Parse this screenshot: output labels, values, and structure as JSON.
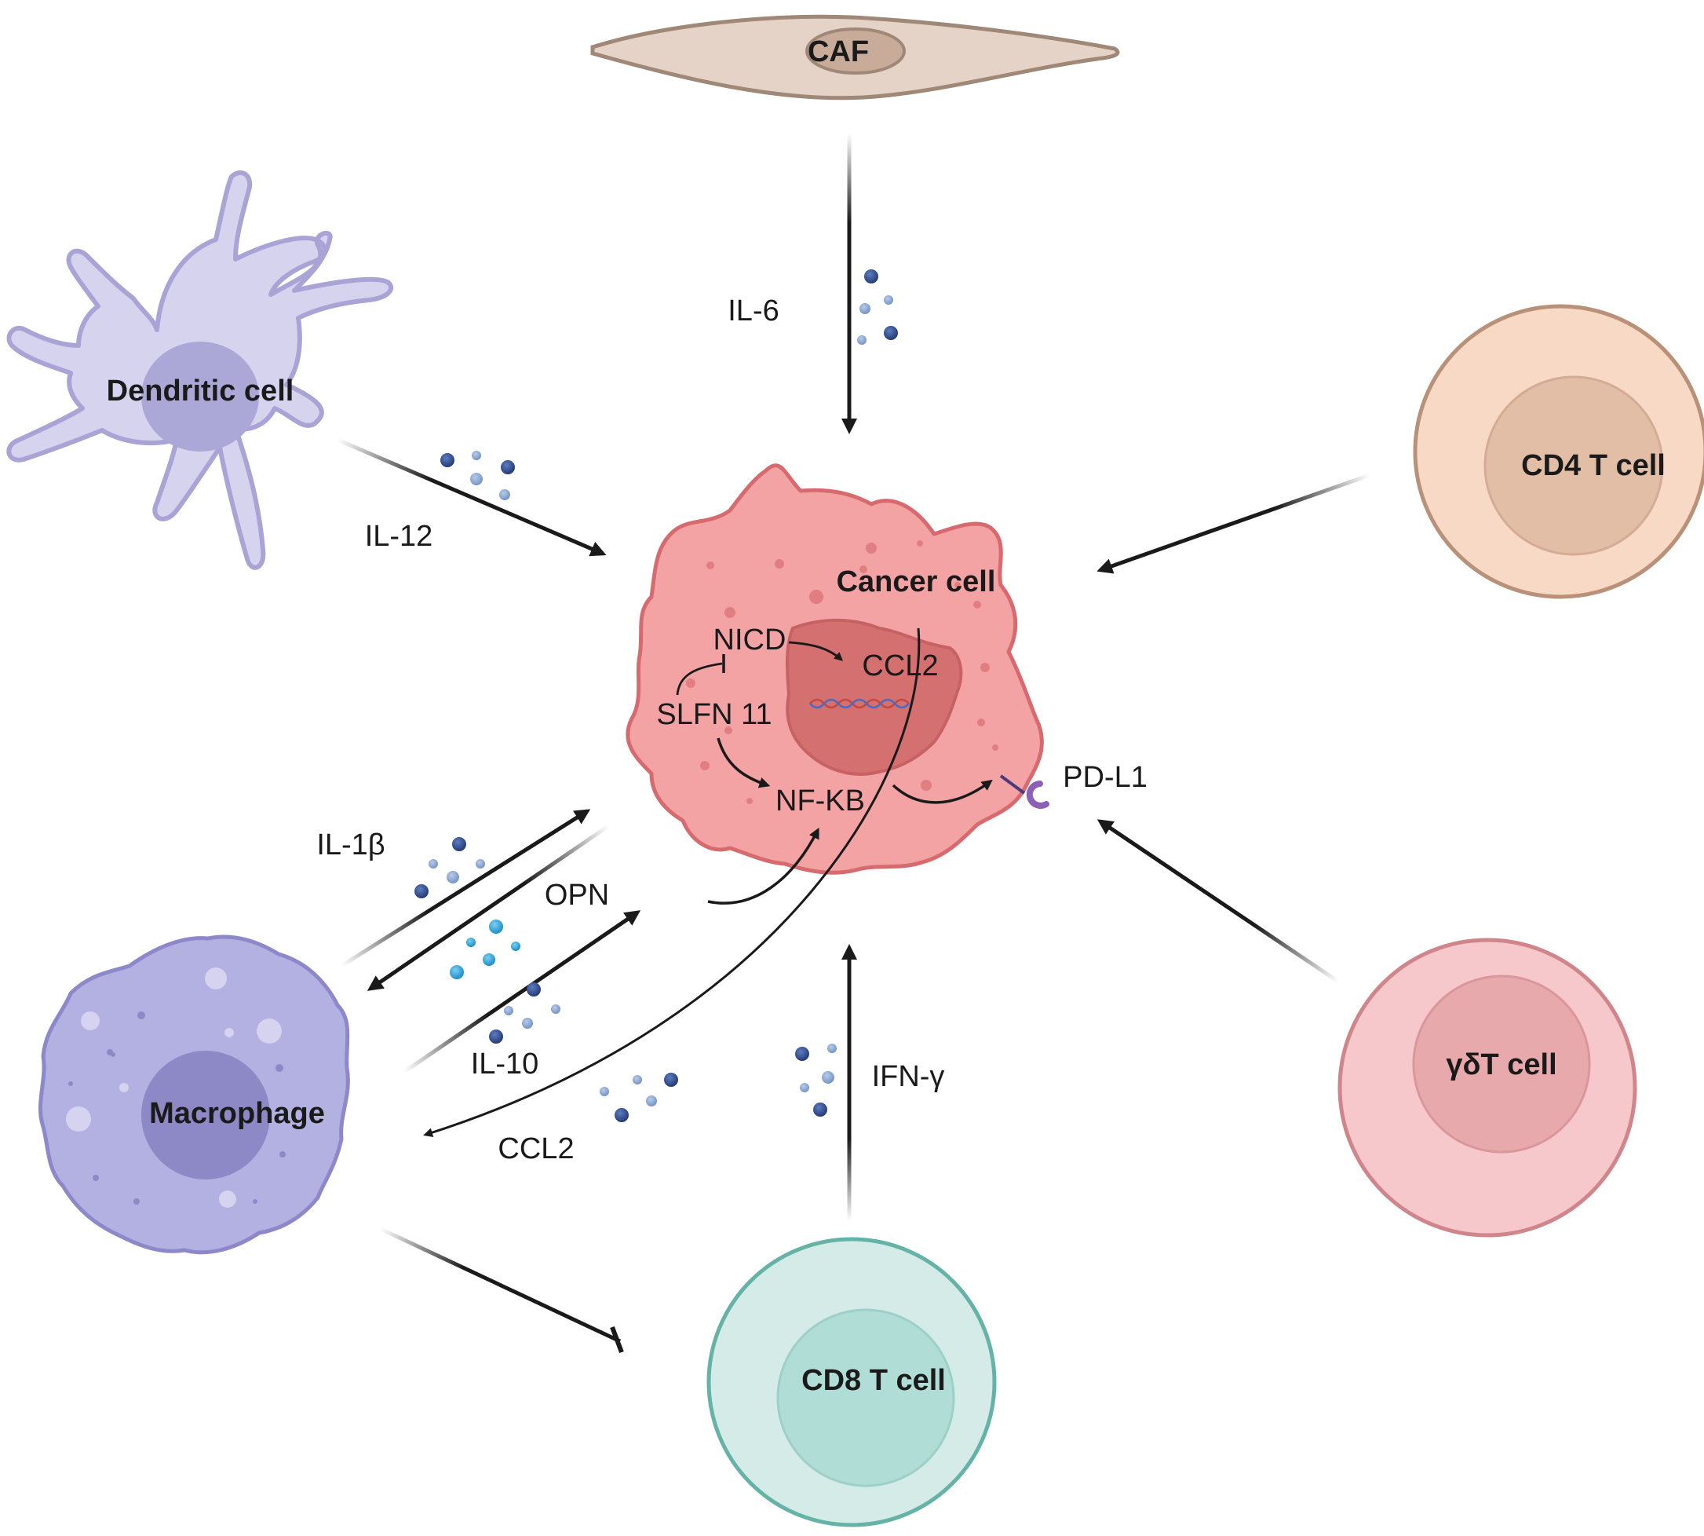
{
  "cells": {
    "caf": "CAF",
    "dendritic": "Dendritic cell",
    "cd4": "CD4 T cell",
    "cancer": "Cancer cell",
    "macrophage": "Macrophage",
    "gamma_delta": "γδT cell",
    "cd8": "CD8 T cell"
  },
  "signals": {
    "il6": "IL-6",
    "il12": "IL-12",
    "il1b": "IL-1β",
    "opn": "OPN",
    "il10": "IL-10",
    "ccl2_secreted": "CCL2",
    "ifng": "IFN-γ",
    "pdl1": "PD-L1"
  },
  "intracellular": {
    "nicd": "NICD",
    "ccl2": "CCL2",
    "slfn11": "SLFN 11",
    "nfkb": "NF-KB"
  },
  "colors": {
    "cancer_fill": "#f4a3a5",
    "cancer_stroke": "#d76a6e",
    "nucleus": "#d47070",
    "dendritic_fill": "#d5d3ee",
    "dendritic_stroke": "#a9a3d6",
    "macrophage_fill": "#b3b0e2",
    "macrophage_stroke": "#8c88c9",
    "caf_fill": "#e5d3c8",
    "caf_stroke": "#a08878",
    "cd4_fill": "#f8d9c5",
    "cd4_stroke": "#b99078",
    "gd_fill": "#f6c8cb",
    "gd_stroke": "#cf8589",
    "cd8_fill": "#d4ebe8",
    "cd8_stroke": "#64b3a6",
    "cytokine_dark": "#2f4a8a",
    "cytokine_light": "#7fa0d0",
    "cytokine_cyan": "#2ba3d9"
  }
}
